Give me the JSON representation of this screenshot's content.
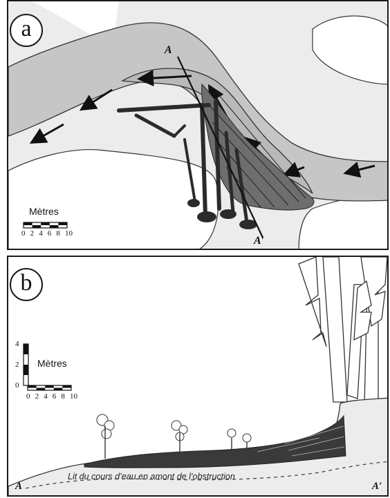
{
  "panel_a": {
    "letter": "a",
    "section_start": "A",
    "section_end": "A′",
    "scale_label": "Mètres",
    "scale_ticks": [
      "0",
      "2",
      "4",
      "6",
      "8",
      "10"
    ]
  },
  "panel_b": {
    "letter": "b",
    "section_start": "A",
    "section_end": "A′",
    "scale_label": "Mètres",
    "horizontal_ticks": [
      "0",
      "2",
      "4",
      "6",
      "8",
      "10"
    ],
    "vertical_ticks": [
      "4",
      "2",
      "0"
    ],
    "channel_caption": "Lit du cours d’eau en amont de l’obstruction"
  },
  "colors": {
    "floodplain": "#ececec",
    "channel": "#c6c6c6",
    "bar": "#bdbdbd",
    "debris": "#2b2b2b",
    "ink": "#111111"
  }
}
